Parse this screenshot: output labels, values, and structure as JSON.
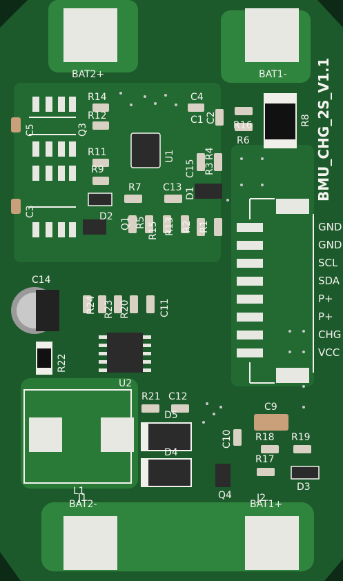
{
  "board": {
    "title": "BMU_CHG_2S_V1.1",
    "colors": {
      "background": "#0d2a17",
      "substrate": "#1d5a2b",
      "copper": "#2a7a37",
      "pad": "#e8e8e2",
      "silkscreen": "#f4f4f0",
      "chip": "#2b2b2b"
    }
  },
  "pads": {
    "bat2_plus": "BAT2+",
    "bat1_minus": "BAT1-",
    "bat2_minus": "BAT2-",
    "bat1_plus": "BAT1+"
  },
  "connector_pins": [
    "GND",
    "GND",
    "SCL",
    "SDA",
    "P+",
    "P+",
    "CHG",
    "VCC"
  ],
  "components": {
    "R14": "R14",
    "C4": "C4",
    "R12": "R12",
    "Q3": "Q3",
    "C5": "C5",
    "U1": "U1",
    "R8": "R8",
    "R6": "R6",
    "R16": "R16",
    "C2": "C2",
    "C1": "C1",
    "R11": "R11",
    "R9": "R9",
    "C3": "C3",
    "R7": "R7",
    "C13": "C13",
    "C15": "C15",
    "D1": "D1",
    "R3": "R3",
    "R4": "R4",
    "D2": "D2",
    "Q1": "Q1",
    "R5": "R5",
    "R15": "R15",
    "R13": "R13",
    "R2": "R2",
    "R1": "R1",
    "C14": "C14",
    "R24": "R24",
    "R23": "R23",
    "R20": "R20",
    "C11": "C11",
    "R22": "R22",
    "U2": "U2",
    "R21": "R21",
    "C12": "C12",
    "D5": "D5",
    "D4": "D4",
    "C10": "C10",
    "C9": "C9",
    "R18": "R18",
    "R19": "R19",
    "R17": "R17",
    "L1": "L1",
    "Q4": "Q4",
    "D3": "D3",
    "J1": "J1",
    "J2": "J2"
  }
}
